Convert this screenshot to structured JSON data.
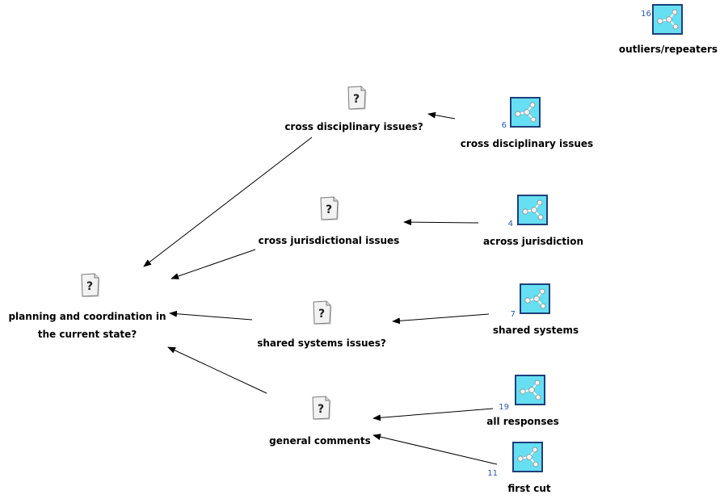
{
  "diagram": {
    "nodes": [
      {
        "id": "outliers",
        "label": "outliers/repeaters",
        "count": "16",
        "kind": "set"
      },
      {
        "id": "cross_disc_q",
        "label": "cross disciplinary issues?",
        "kind": "question"
      },
      {
        "id": "cross_disc",
        "label": "cross disciplinary issues",
        "count": "6",
        "kind": "set"
      },
      {
        "id": "cross_jur_q",
        "label": "cross jurisdictional issues",
        "kind": "question"
      },
      {
        "id": "across_jur",
        "label": "across jurisdiction",
        "count": "4",
        "kind": "set"
      },
      {
        "id": "planning_q",
        "label": "planning and coordination in the current state?",
        "kind": "question"
      },
      {
        "id": "shared_q",
        "label": "shared systems issues?",
        "kind": "question"
      },
      {
        "id": "shared",
        "label": "shared systems",
        "count": "7",
        "kind": "set"
      },
      {
        "id": "general_q",
        "label": "general comments",
        "kind": "question"
      },
      {
        "id": "all_resp",
        "label": "all responses",
        "count": "19",
        "kind": "set"
      },
      {
        "id": "first_cut",
        "label": "first cut",
        "count": "11",
        "kind": "set"
      }
    ],
    "edges": [
      {
        "from": "cross_disc",
        "to": "cross_disc_q"
      },
      {
        "from": "across_jur",
        "to": "cross_jur_q"
      },
      {
        "from": "shared",
        "to": "shared_q"
      },
      {
        "from": "all_resp",
        "to": "general_q"
      },
      {
        "from": "first_cut",
        "to": "general_q"
      },
      {
        "from": "cross_disc_q",
        "to": "planning_q"
      },
      {
        "from": "cross_jur_q",
        "to": "planning_q"
      },
      {
        "from": "shared_q",
        "to": "planning_q"
      },
      {
        "from": "general_q",
        "to": "planning_q"
      }
    ],
    "colors": {
      "set_fill": "#66dff2",
      "set_border": "#1f3f7a",
      "question_fill": "#f2f2f2",
      "edge": "#000000",
      "count_text": "#2a5db0"
    }
  }
}
